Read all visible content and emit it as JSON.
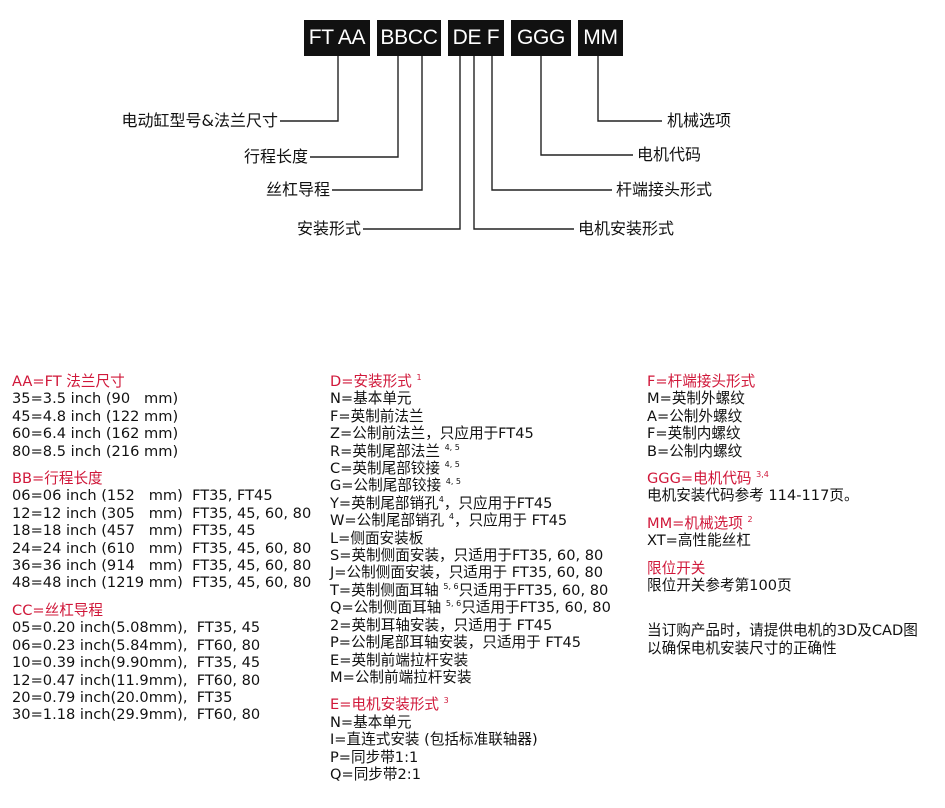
{
  "code_parts": [
    {
      "id": "ft-aa",
      "text": "FT AA"
    },
    {
      "id": "bbcc",
      "text": "BBCC"
    },
    {
      "id": "def",
      "text": "DE F"
    },
    {
      "id": "ggg",
      "text": "GGG"
    },
    {
      "id": "mm",
      "text": "MM"
    }
  ],
  "callouts": {
    "flange": "电动缸型号&法兰尺寸",
    "stroke": "行程长度",
    "lead": "丝杠导程",
    "mount": "安装形式",
    "motor_mount": "电机安装形式",
    "rod_end": "杆端接头形式",
    "motor_code": "电机代码",
    "mech_option": "机械选项"
  },
  "sections": {
    "aa": {
      "title": "AA=FT 法兰尺寸",
      "sup": "",
      "lines": [
        {
          "text": "35=3.5 inch (90   mm)",
          "sup": ""
        },
        {
          "text": "45=4.8 inch (122 mm)",
          "sup": ""
        },
        {
          "text": "60=6.4 inch (162 mm)",
          "sup": ""
        },
        {
          "text": "80=8.5 inch (216 mm)",
          "sup": ""
        }
      ]
    },
    "bb": {
      "title": "BB=行程长度",
      "sup": "",
      "lines": [
        {
          "text": "06=06 inch (152   mm)  FT35, FT45",
          "sup": ""
        },
        {
          "text": "12=12 inch (305   mm)  FT35, 45, 60, 80",
          "sup": ""
        },
        {
          "text": "18=18 inch (457   mm)  FT35, 45",
          "sup": ""
        },
        {
          "text": "24=24 inch (610   mm)  FT35, 45, 60, 80",
          "sup": ""
        },
        {
          "text": "36=36 inch (914   mm)  FT35, 45, 60, 80",
          "sup": ""
        },
        {
          "text": "48=48 inch (1219 mm)  FT35, 45, 60, 80",
          "sup": ""
        }
      ]
    },
    "cc": {
      "title": "CC=丝杠导程",
      "sup": "",
      "lines": [
        {
          "text": "05=0.20 inch(5.08mm),  FT35, 45",
          "sup": ""
        },
        {
          "text": "06=0.23 inch(5.84mm),  FT60, 80",
          "sup": ""
        },
        {
          "text": "10=0.39 inch(9.90mm),  FT35, 45",
          "sup": ""
        },
        {
          "text": "12=0.47 inch(11.9mm),  FT60, 80",
          "sup": ""
        },
        {
          "text": "20=0.79 inch(20.0mm),  FT35",
          "sup": ""
        },
        {
          "text": "30=1.18 inch(29.9mm),  FT60, 80",
          "sup": ""
        }
      ]
    },
    "d": {
      "title": "D=安装形式",
      "sup": "1",
      "lines": [
        {
          "text": "N=基本单元",
          "sup": "",
          "after": ""
        },
        {
          "text": "F=英制前法兰",
          "sup": "",
          "after": ""
        },
        {
          "text": "Z=公制前法兰，只应用于FT45",
          "sup": "",
          "after": ""
        },
        {
          "text": "R=英制尾部法兰",
          "sup": "4, 5",
          "after": ""
        },
        {
          "text": "C=英制尾部铰接",
          "sup": "4, 5",
          "after": ""
        },
        {
          "text": "G=公制尾部铰接",
          "sup": "4, 5",
          "after": ""
        },
        {
          "text": "Y=英制尾部销孔",
          "sup": "4",
          "after": "，只应用于FT45"
        },
        {
          "text": "W=公制尾部销孔",
          "sup": "4",
          "after": "，只应用于 FT45"
        },
        {
          "text": "L=侧面安装板",
          "sup": "",
          "after": ""
        },
        {
          "text": "S=英制侧面安装，只适用于FT35, 60, 80",
          "sup": "",
          "after": ""
        },
        {
          "text": "J=公制侧面安装，只适用于 FT35, 60, 80",
          "sup": "",
          "after": ""
        },
        {
          "text": "T=英制侧面耳轴",
          "sup": "5, 6",
          "after": "只适用于FT35, 60, 80"
        },
        {
          "text": "Q=公制侧面耳轴",
          "sup": "5, 6",
          "after": "只适用于FT35, 60, 80"
        },
        {
          "text": "2=英制耳轴安装，只适用于 FT45",
          "sup": "",
          "after": ""
        },
        {
          "text": "P=公制尾部耳轴安装，只适用于 FT45",
          "sup": "",
          "after": ""
        },
        {
          "text": "E=英制前端拉杆安装",
          "sup": "",
          "after": ""
        },
        {
          "text": "M=公制前端拉杆安装",
          "sup": "",
          "after": ""
        }
      ]
    },
    "e": {
      "title": "E=电机安装形式",
      "sup": "3",
      "lines": [
        {
          "text": "N=基本单元",
          "sup": "",
          "after": ""
        },
        {
          "text": "I=直连式安装 (包括标准联轴器)",
          "sup": "",
          "after": ""
        },
        {
          "text": "P=同步带1:1",
          "sup": "",
          "after": ""
        },
        {
          "text": "Q=同步带2:1",
          "sup": "",
          "after": ""
        }
      ]
    },
    "f": {
      "title": "F=杆端接头形式",
      "sup": "",
      "lines": [
        {
          "text": "M=英制外螺纹",
          "sup": ""
        },
        {
          "text": "A=公制外螺纹",
          "sup": ""
        },
        {
          "text": "F=英制内螺纹",
          "sup": ""
        },
        {
          "text": "B=公制内螺纹",
          "sup": ""
        }
      ]
    },
    "ggg": {
      "title": "GGG=电机代码",
      "sup": "3,4",
      "lines": [
        {
          "text": "电机安装代码参考 114-117页。",
          "sup": ""
        }
      ]
    },
    "mm": {
      "title": "MM=机械选项",
      "sup": "2",
      "lines": [
        {
          "text": "XT=高性能丝杠",
          "sup": ""
        }
      ]
    },
    "limit": {
      "title": "限位开关",
      "sup": "",
      "lines": [
        {
          "text": "限位开关参考第100页",
          "sup": ""
        }
      ]
    }
  },
  "note": {
    "lines": [
      "当订购产品时，请提供电机的3D及CAD图",
      "以确保电机安装尺寸的正确性"
    ]
  }
}
